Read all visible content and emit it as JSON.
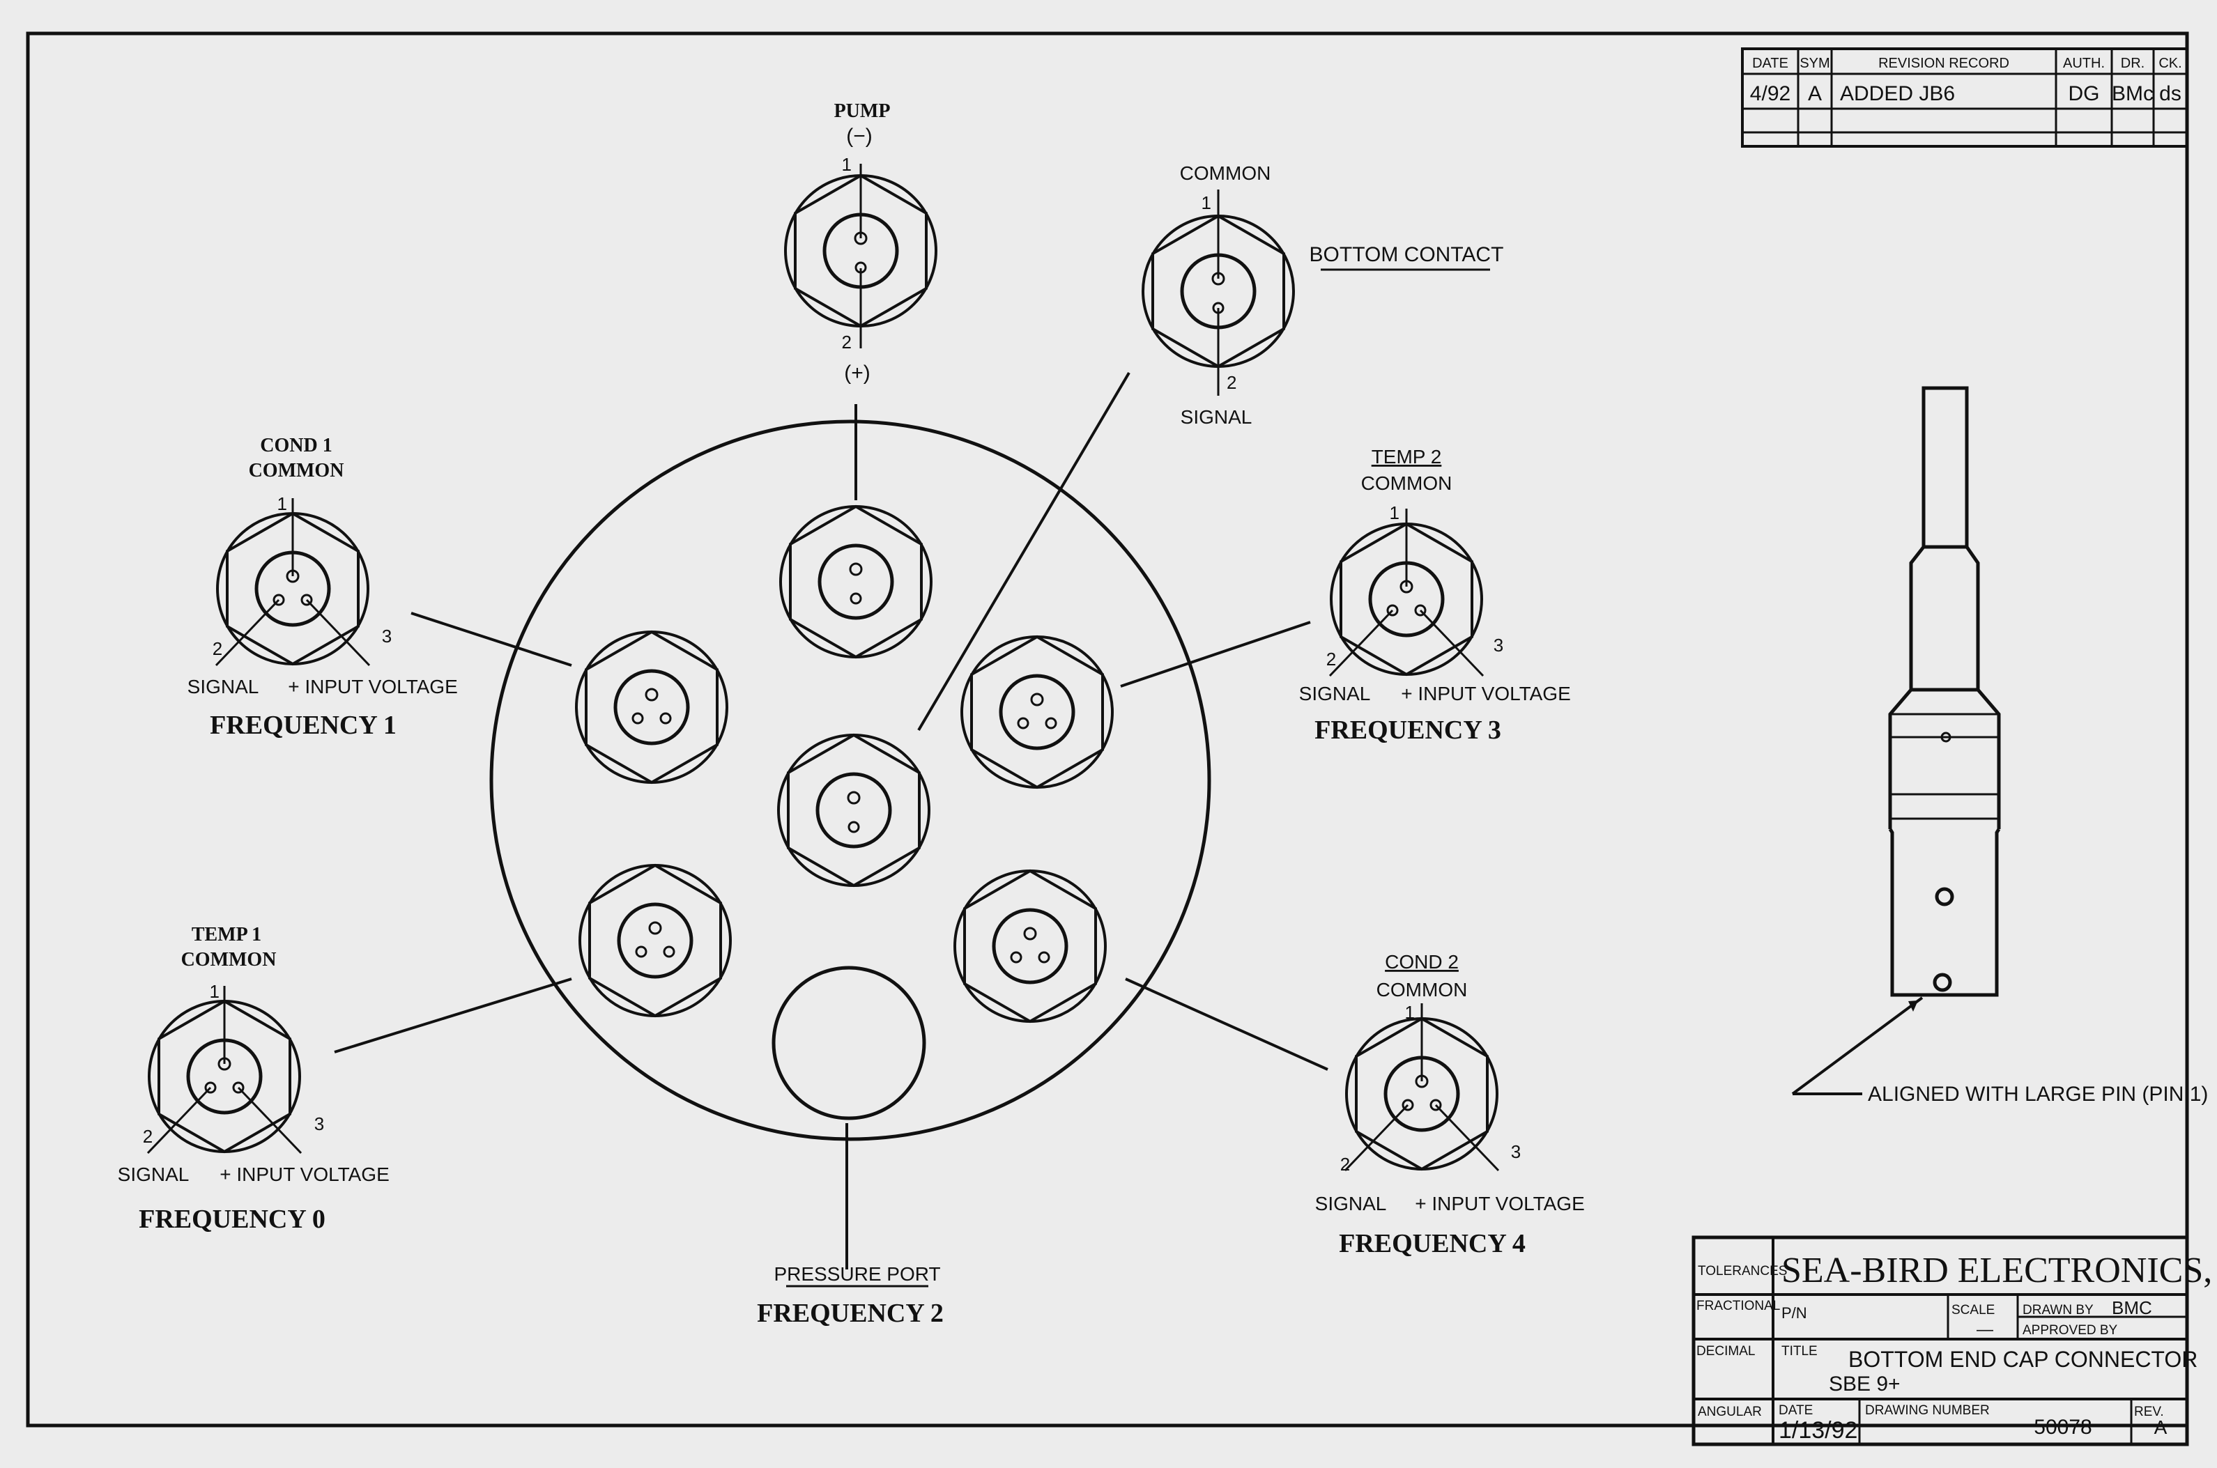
{
  "revision_block": {
    "headers": [
      "DATE",
      "SYM",
      "REVISION RECORD",
      "AUTH.",
      "DR.",
      "CK."
    ],
    "row": [
      "4/92",
      "A",
      "ADDED JB6",
      "DG",
      "BMc",
      "ds"
    ]
  },
  "connectors": {
    "pump": {
      "title": "PUMP",
      "minus": "(−)",
      "pin1": "1",
      "pin2": "2",
      "plus": "(+)"
    },
    "bottom": {
      "common": "COMMON",
      "pin1": "1",
      "pin2": "2",
      "signal": "SIGNAL",
      "contact": "BOTTOM CONTACT"
    },
    "freq1": {
      "line1": "COND 1",
      "line2": "COMMON",
      "pin1": "1",
      "pin2": "2",
      "pin3": "3",
      "signal": "SIGNAL",
      "input": "+ INPUT VOLTAGE",
      "freq": "FREQUENCY 1"
    },
    "freq3": {
      "line1": "TEMP 2",
      "line2": "COMMON",
      "pin1": "1",
      "pin2": "2",
      "pin3": "3",
      "signal": "SIGNAL",
      "input": "+ INPUT VOLTAGE",
      "freq": "FREQUENCY 3"
    },
    "freq0": {
      "line1": "TEMP 1",
      "line2": "COMMON",
      "pin1": "1",
      "pin2": "2",
      "pin3": "3",
      "signal": "SIGNAL",
      "input": "+ INPUT VOLTAGE",
      "freq": "FREQUENCY 0"
    },
    "freq4": {
      "line1": "COND 2",
      "line2": "COMMON",
      "pin1": "1",
      "pin2": "2",
      "pin3": "3",
      "signal": "SIGNAL",
      "input": "+ INPUT VOLTAGE",
      "freq": "FREQUENCY 4"
    },
    "pressure": {
      "port": "PRESSURE PORT",
      "freq": "FREQUENCY 2"
    }
  },
  "aligned_note": "ALIGNED WITH LARGE PIN (PIN 1)",
  "title_block": {
    "tolerances": "TOLERANCES",
    "company": "SEA-BIRD ELECTRONICS, INC",
    "fractional": "FRACTIONAL",
    "pn": "P/N",
    "scale": "SCALE",
    "scale_value": "—",
    "drawn_by": "DRAWN BY",
    "drawn_by_value": "BMC",
    "approved_by": "APPROVED BY",
    "decimal": "DECIMAL",
    "title_label": "TITLE",
    "title_line1": "BOTTOM END CAP CONNECTOR",
    "title_line2": "SBE 9+",
    "angular": "ANGULAR",
    "date_label": "DATE",
    "date_value": "1/13/92",
    "drawing_number_label": "DRAWING NUMBER",
    "drawing_number": "50078",
    "rev_label": "REV.",
    "rev_value": "A"
  }
}
